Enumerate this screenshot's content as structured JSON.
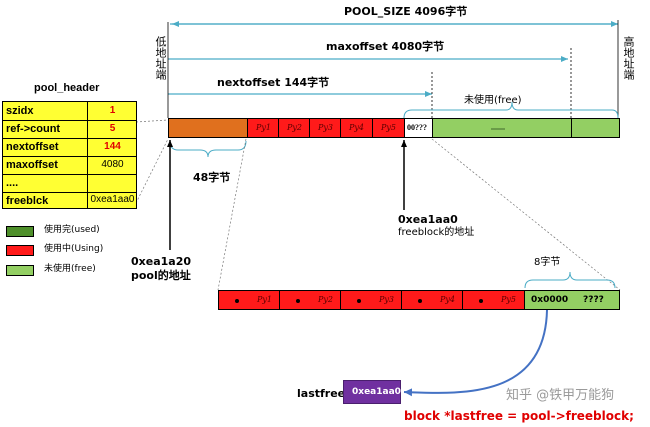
{
  "top_labels": {
    "pool_size": "POOL_SIZE 4096字节",
    "maxoffset": "maxoffset 4080字节",
    "nextoffset": "nextoffset 144字节",
    "low_addr": "低地址端",
    "high_addr": "高地址端",
    "unused": "未使用(free)"
  },
  "pool_header": {
    "title": "pool_header",
    "rows": [
      {
        "key": "szidx",
        "value": "1"
      },
      {
        "key": "ref->count",
        "value": "5"
      },
      {
        "key": "nextoffset",
        "value": "144"
      },
      {
        "key": "maxoffset",
        "value": "4080"
      },
      {
        "key": "....",
        "value": ""
      },
      {
        "key": "freeblck",
        "value": "0xea1aa0"
      }
    ],
    "highlight_color": "#ffff33",
    "value_color": "#e00000"
  },
  "legend": [
    {
      "label": "使用完(used)",
      "color": "#4e8f2a"
    },
    {
      "label": "使用中(Using)",
      "color": "#ff1a1a"
    },
    {
      "label": "未使用(free)",
      "color": "#93cf63"
    }
  ],
  "main_bar": {
    "blocks": [
      "Py1",
      "Py2",
      "Py3",
      "Py4",
      "Py5"
    ],
    "free_ptr": "00???",
    "header_size": "48字节"
  },
  "annotations": {
    "pool_addr_1": "0xea1a20",
    "pool_addr_2": "pool的地址",
    "freeblock_addr_1": "0xea1aa0",
    "freeblock_addr_2": "freeblock的地址",
    "block_size": "8字节"
  },
  "detail_bar": {
    "blocks": [
      "Py1",
      "Py2",
      "Py3",
      "Py4",
      "Py5"
    ],
    "next_ptr": "0x0000",
    "unknown": "????"
  },
  "lastfree": {
    "label": "lastfree:",
    "value": "0xea1aa0",
    "box_color": "#7030a0",
    "code": "block *lastfree = pool->freeblock;",
    "code_color": "#e00000"
  },
  "watermark": "知乎 @铁甲万能狗",
  "colors": {
    "arrow": "#4bacc6",
    "curve": "#4472c4"
  }
}
